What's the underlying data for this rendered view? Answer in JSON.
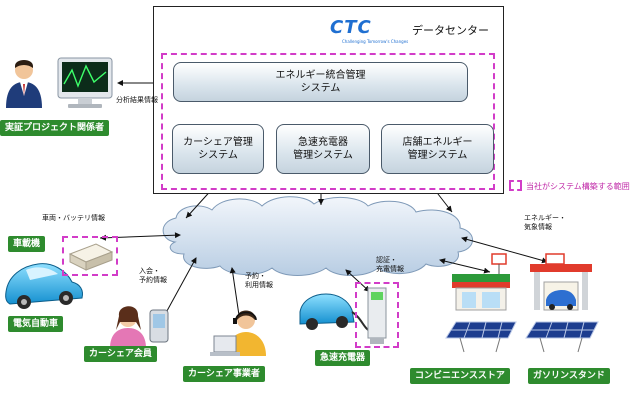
{
  "datacenter": {
    "logo_text": "CTC",
    "logo_tagline": "Challenging Tomorrow's Changes",
    "label": "データセンター"
  },
  "systems": {
    "energy": [
      "エネルギー統合管理",
      "システム"
    ],
    "carshare": [
      "カーシェア管理",
      "システム"
    ],
    "charger": [
      "急速充電器",
      "管理システム"
    ],
    "store": [
      "店舗エネルギー",
      "管理システム"
    ]
  },
  "legend": {
    "text": "当社がシステム構築する範囲",
    "color": "#d23cc8"
  },
  "labels": {
    "analysis": "分析結果情報",
    "project_member": "実証プロジェクト関係者",
    "vehicle_info": "車両・バッテリ情報",
    "onboard": "車載機",
    "ev": "電気自動車",
    "entry_reservation": [
      "入会・",
      "予約情報"
    ],
    "reservation_usage": [
      "予約・",
      "利用情報"
    ],
    "auth_charge": [
      "認証・",
      "充電情報"
    ],
    "energy_weather": [
      "エネルギー・",
      "気象情報"
    ],
    "carshare_member": "カーシェア会員",
    "carshare_operator": "カーシェア事業者",
    "quick_charger": "急速充電器",
    "convenience_store": "コンビニエンスストア",
    "gas_station": "ガソリンスタンド"
  },
  "colors": {
    "label_green": "#2e8b2e",
    "accent_blue": "#1f6fd1"
  }
}
